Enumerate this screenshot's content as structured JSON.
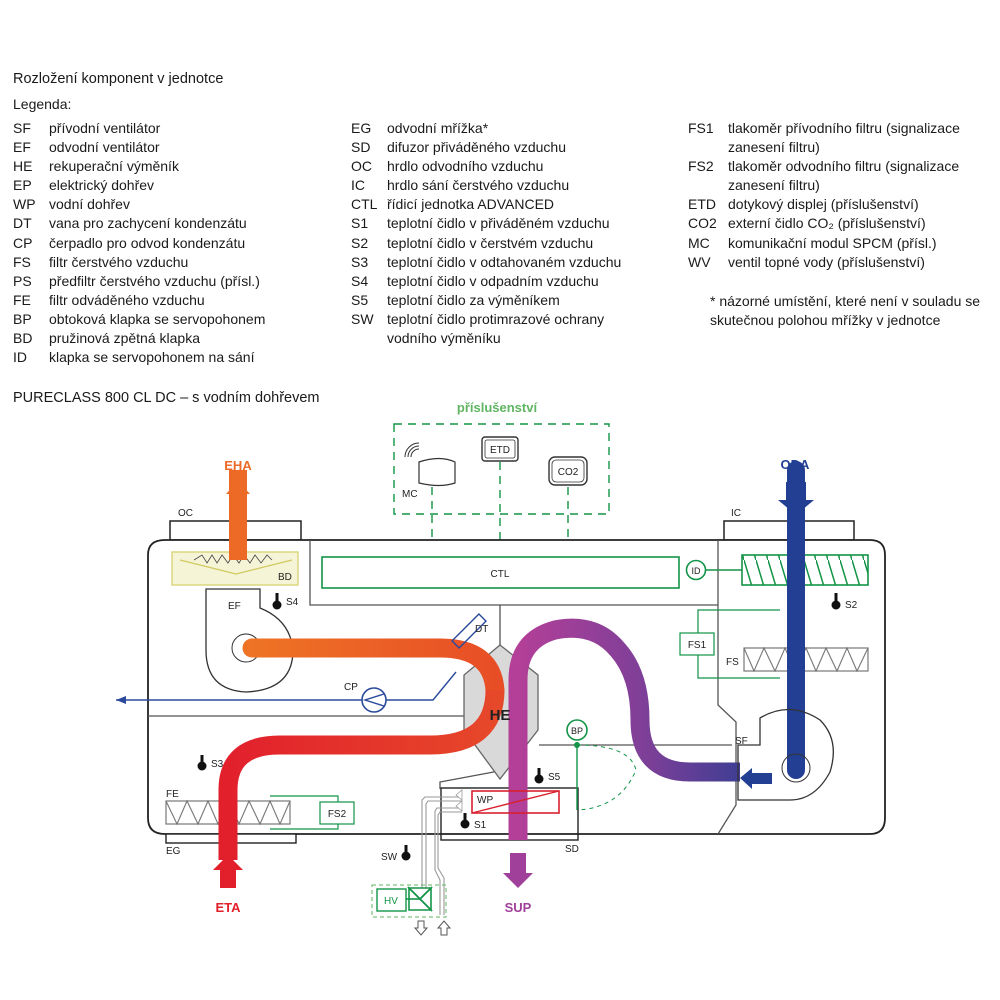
{
  "header": {
    "title": "Rozložení komponent v jednotce",
    "legend_label": "Legenda:"
  },
  "legend": {
    "col1": [
      {
        "code": "SF",
        "desc": "přívodní ventilátor"
      },
      {
        "code": "EF",
        "desc": "odvodní ventilátor"
      },
      {
        "code": "HE",
        "desc": "rekuperační výměník"
      },
      {
        "code": "EP",
        "desc": "elektrický dohřev"
      },
      {
        "code": "WP",
        "desc": "vodní dohřev"
      },
      {
        "code": "DT",
        "desc": "vana pro zachycení kondenzátu"
      },
      {
        "code": "CP",
        "desc": "čerpadlo pro odvod kondenzátu"
      },
      {
        "code": "FS",
        "desc": "filtr čerstvého vzduchu"
      },
      {
        "code": "PS",
        "desc": "předfiltr čerstvého vzduchu (přísl.)"
      },
      {
        "code": "FE",
        "desc": "filtr odváděného vzduchu"
      },
      {
        "code": "BP",
        "desc": "obtoková klapka se servopohonem"
      },
      {
        "code": "BD",
        "desc": "pružinová zpětná klapka"
      },
      {
        "code": "ID",
        "desc": "klapka se servopohonem na sání"
      }
    ],
    "col2": [
      {
        "code": "EG",
        "desc": "odvodní mřížka*"
      },
      {
        "code": "SD",
        "desc": "difuzor přiváděného vzduchu"
      },
      {
        "code": "OC",
        "desc": "hrdlo odvodního vzduchu"
      },
      {
        "code": "IC",
        "desc": "hrdlo sání čerstvého vzduchu"
      },
      {
        "code": "CTL",
        "desc": "řídicí jednotka ADVANCED"
      },
      {
        "code": "S1",
        "desc": "teplotní čidlo v přiváděném vzduchu"
      },
      {
        "code": "S2",
        "desc": "teplotní čidlo v čerstvém vzduchu"
      },
      {
        "code": "S3",
        "desc": "teplotní čidlo v odtahovaném vzduchu"
      },
      {
        "code": "S4",
        "desc": "teplotní čidlo v odpadním vzduchu"
      },
      {
        "code": "S5",
        "desc": "teplotní čidlo za výměníkem"
      },
      {
        "code": "SW",
        "desc": "teplotní čidlo protimrazové ochrany"
      },
      {
        "code": "",
        "desc": "vodního výměníku"
      }
    ],
    "col3": [
      {
        "code": "FS1",
        "desc": "tlakoměr přívodního filtru (signalizace"
      },
      {
        "code": "",
        "desc": "zanesení filtru)"
      },
      {
        "code": "FS2",
        "desc": "tlakoměr odvodního filtru (signalizace"
      },
      {
        "code": "",
        "desc": "zanesení filtru)"
      },
      {
        "code": "ETD",
        "desc": "dotykový displej (příslušenství)"
      },
      {
        "code": "CO2",
        "desc": "externí čidlo CO₂ (příslušenství)"
      },
      {
        "code": "MC",
        "desc": "komunikační modul SPCM (přísl.)"
      },
      {
        "code": "WV",
        "desc": "ventil topné vody (příslušenství)"
      }
    ],
    "note_line1": "* názorné umístění, které není v souladu se",
    "note_line2": "skutečnou polohou mřížky v jednotce"
  },
  "diagram": {
    "title": "PURECLASS 800 CL DC – s vodním dohřevem",
    "accessories_label": "příslušenství",
    "labels": {
      "EHA": "EHA",
      "ODA": "ODA",
      "ETA": "ETA",
      "SUP": "SUP",
      "OC": "OC",
      "IC": "IC",
      "EG": "EG",
      "SD": "SD",
      "CTL": "CTL",
      "MC": "MC",
      "ETD": "ETD",
      "CO2": "CO2",
      "BD": "BD",
      "EF": "EF",
      "SF": "SF",
      "S1": "S1",
      "S2": "S2",
      "S3": "S3",
      "S4": "S4",
      "S5": "S5",
      "SW": "SW",
      "ID": "ID",
      "FS": "FS",
      "FS1": "FS1",
      "FS2": "FS2",
      "FE": "FE",
      "DT": "DT",
      "CP": "CP",
      "HE": "HE",
      "BP": "BP",
      "WP": "WP",
      "HV": "HV"
    },
    "colors": {
      "exhaust": "#ec6a25",
      "extract": "#e2202c",
      "outdoor": "#233f94",
      "supply": "#a1409a",
      "accessory": "#139447",
      "accessory_label": "#5fb562",
      "heater": "#d9202e",
      "damper_fill": "#f3f1c9",
      "damper_border": "#d9d477"
    }
  }
}
